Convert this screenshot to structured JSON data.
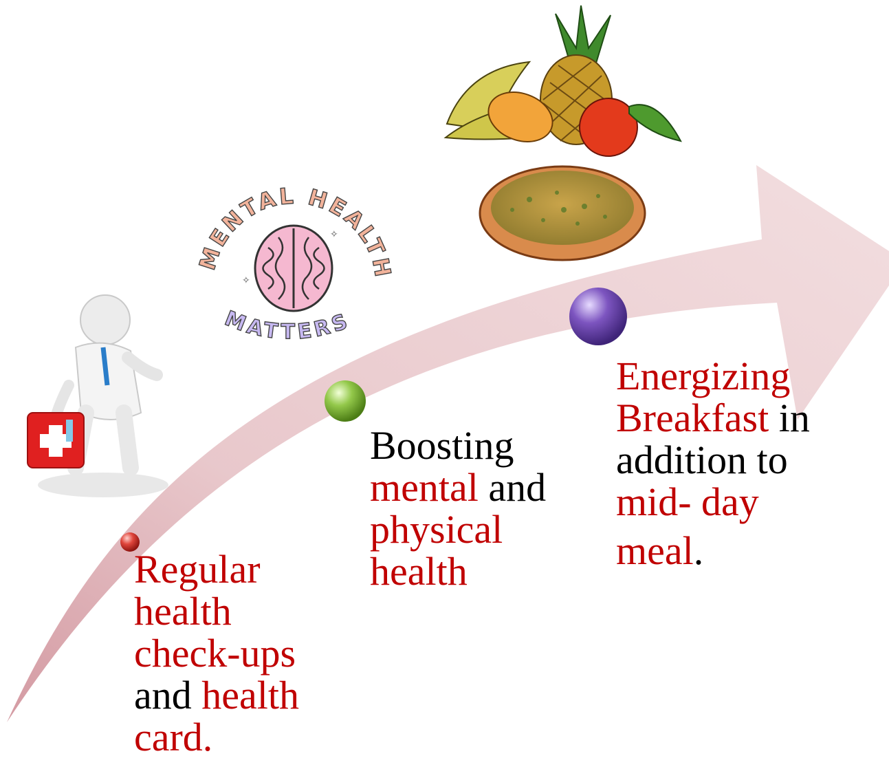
{
  "colors": {
    "arrow_fill": "#e8c5c9",
    "highlight_text": "#c00000",
    "plain_text": "#000000",
    "dot_red": "#d9342b",
    "dot_green": "#8cc63f",
    "dot_purple": "#7a4fb5"
  },
  "steps": [
    {
      "marker": "red-dot",
      "illustration": "doctor-with-first-aid-kit",
      "lines": [
        [
          {
            "t": "Regular",
            "hl": true
          }
        ],
        [
          {
            "t": "health",
            "hl": true
          }
        ],
        [
          {
            "t": "check-ups",
            "hl": true
          }
        ],
        [
          {
            "t": "and ",
            "hl": false
          },
          {
            "t": "health",
            "hl": true
          }
        ],
        [
          {
            "t": "card.",
            "hl": true
          }
        ]
      ]
    },
    {
      "marker": "green-dot",
      "illustration": "mental-health-brain-badge",
      "badge_top_text": "MENTAL HEALTH",
      "badge_bottom_text": "MATTERS",
      "lines": [
        [
          {
            "t": "Boosting",
            "hl": false
          }
        ],
        [
          {
            "t": "mental",
            "hl": true
          },
          {
            "t": " and",
            "hl": false
          }
        ],
        [
          {
            "t": "physical",
            "hl": true
          }
        ],
        [
          {
            "t": "health",
            "hl": true
          }
        ]
      ]
    },
    {
      "marker": "purple-dot",
      "illustration": "fruits-and-porridge-bowl",
      "lines": [
        [
          {
            "t": "Energizing",
            "hl": true
          }
        ],
        [
          {
            "t": "Breakfast",
            "hl": true
          },
          {
            "t": " in",
            "hl": false
          }
        ],
        [
          {
            "t": "addition to",
            "hl": false
          }
        ],
        [
          {
            "t": "mid- day",
            "hl": true
          }
        ],
        [
          {
            "t": "meal",
            "hl": true
          },
          {
            "t": ".",
            "hl": false
          }
        ]
      ]
    }
  ]
}
